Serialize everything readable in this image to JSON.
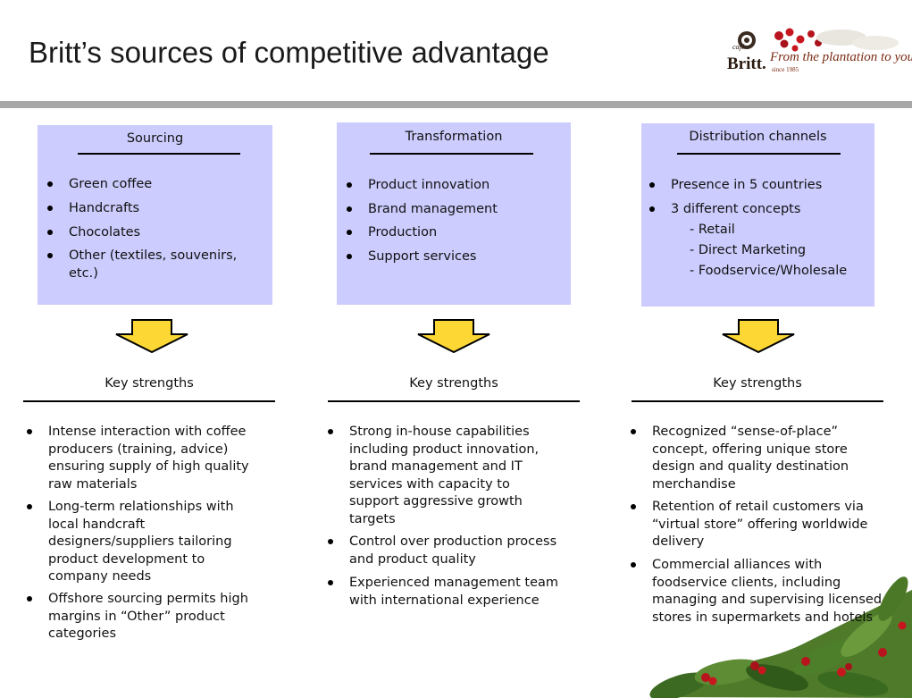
{
  "title": "Britt’s sources of competitive advantage",
  "logo": {
    "cafe": "café",
    "brand": "Britt.",
    "tagline": "From the plantation to your cup!",
    "since": "since 1985"
  },
  "columns": [
    {
      "heading": "Sourcing",
      "items": [
        "Green coffee",
        "Handcrafts",
        "Chocolates",
        "Other (textiles, souvenirs, etc.)"
      ],
      "sub_items": [],
      "strengths_heading": "Key strengths",
      "strengths": [
        "Intense interaction with coffee producers (training, advice) ensuring supply of high quality raw materials",
        "Long-term relationships with local handcraft designers/suppliers tailoring product development to company needs",
        "Offshore sourcing permits high margins in “Other” product categories"
      ]
    },
    {
      "heading": "Transformation",
      "items": [
        "Product innovation",
        "Brand management",
        "Production",
        "Support services"
      ],
      "sub_items": [],
      "strengths_heading": "Key strengths",
      "strengths": [
        "Strong in-house capabilities including product innovation, brand management and IT services with capacity to support aggressive growth targets",
        "Control over production process and product quality",
        "Experienced management team with international experience"
      ]
    },
    {
      "heading": "Distribution channels",
      "items": [
        "Presence in 5 countries",
        "3 different concepts"
      ],
      "sub_items": [
        "- Retail",
        "- Direct Marketing",
        "- Foodservice/Wholesale"
      ],
      "strengths_heading": "Key strengths",
      "strengths": [
        "Recognized “sense-of-place” concept, offering unique store design and quality destination merchandise",
        "Retention of retail customers via “virtual store” offering worldwide delivery",
        "Commercial alliances with foodservice clients, including managing and supervising licensed stores in supermarkets and hotels"
      ]
    }
  ],
  "colors": {
    "box_fill": "#ccccfe",
    "arrow_fill": "#fdd835",
    "divider": "#a7a7a7",
    "logo_text": "#7a2b14"
  },
  "icons": [
    "coffee-beans-logo-icon",
    "down-arrow-icon",
    "coffee-foliage-icon"
  ]
}
